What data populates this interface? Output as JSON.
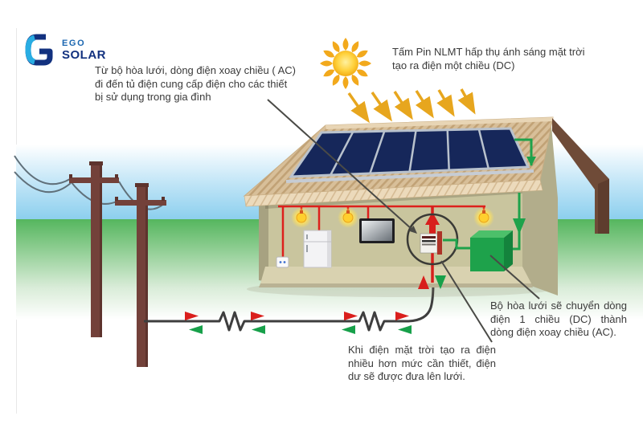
{
  "logo": {
    "ego": "EGO",
    "solar": "SOLAR"
  },
  "callouts": {
    "ac_to_loads": {
      "lines": [
        "Từ bộ hòa lưới, dòng điện xoay chiều ( AC)",
        "đi đến tủ điện cung cấp điện cho các thiết",
        "bị sử dụng trong gia đình"
      ]
    },
    "panel_dc": {
      "lines": [
        "Tấm Pin NLMT hấp thụ ánh sáng mặt trời",
        "tạo ra điện một chiều (DC)"
      ]
    },
    "inverter_conversion": {
      "lines": [
        "Bộ hòa lưới sẽ chuyển dòng",
        "điện 1 chiều (DC) thành",
        "dòng điện xoay chiều (AC)."
      ]
    },
    "excess_to_grid": {
      "lines": [
        "Khi điện mặt trời tạo ra điện",
        "nhiều hơn mức cần thiết, điện",
        "dư sẽ được đưa lên lưới."
      ]
    }
  },
  "components": [
    "sun",
    "sun-rays-to-roof",
    "solar-panel-array",
    "house",
    "roof",
    "chimney",
    "grid-tie-inverter",
    "electric-meter",
    "meter-focus-circle",
    "refrigerator",
    "tv",
    "light-bulbs",
    "wall-outlet",
    "utility-poles",
    "grid-power-line",
    "ac-flow-arrows-red",
    "grid-return-arrows-green"
  ],
  "colors": {
    "sky": "#8ccfee",
    "grass": "#57b75e",
    "roof": "#d8bf99",
    "wall": "#b2ad8b",
    "panel": "#16275a",
    "panel_frame": "#b9c2cd",
    "red_wire": "#dd201c",
    "green_wire": "#1ea24b",
    "inverter_green": "#1ea24b",
    "grid_wire": "#3e3e3e",
    "pole": "#73413a",
    "sun": "#f2a91c",
    "text": "#3a3a3a",
    "logo_navy": "#12317f",
    "logo_blue": "#1a66b0",
    "logo_cyan": "#29ade3"
  }
}
